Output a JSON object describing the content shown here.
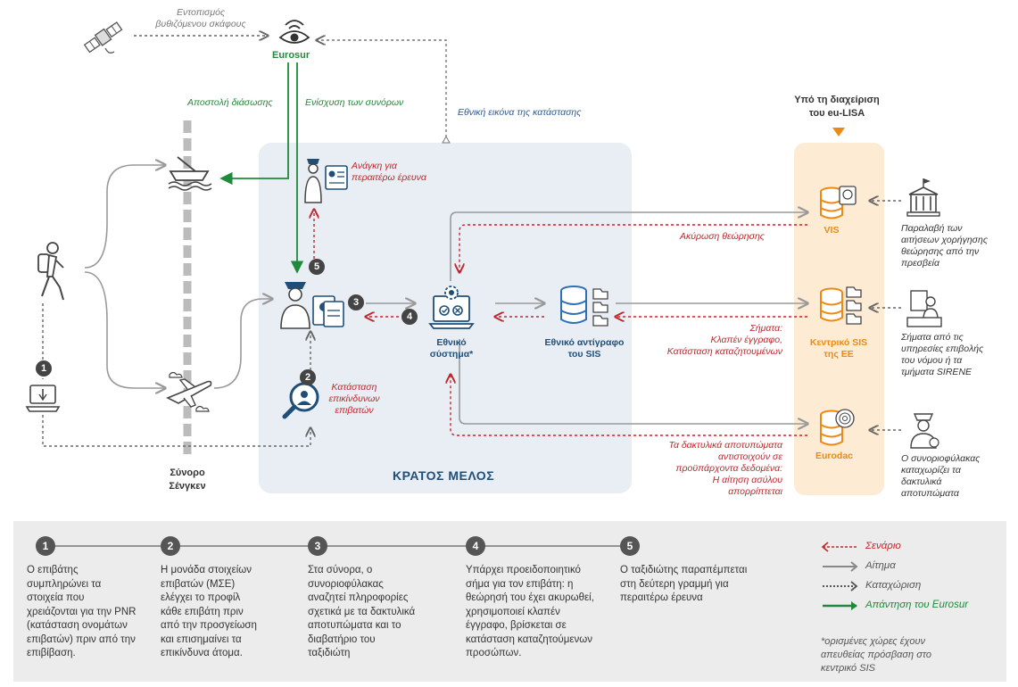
{
  "diagram": {
    "eurosur_label": "Eurosur",
    "locate_vessel": [
      "Εντοπισμός",
      "βυθιζόμενου σκάφους"
    ],
    "send_rescue": "Αποστολή διάσωσης",
    "border_reinforce": "Ενίσχυση των συνόρων",
    "national_picture": "Εθνική εικόνα της κατάστασης",
    "managed_by": [
      "Υπό τη διαχείριση",
      "του eu-LISA"
    ],
    "further_check": [
      "Ανάγκη για",
      "περαιτέρω έρευνα"
    ],
    "passenger_risk": [
      "Κατάσταση",
      "επικίνδυνων",
      "επιβατών"
    ],
    "national_system": [
      "Εθνικό",
      "σύστημα*"
    ],
    "national_copy": [
      "Εθνικό αντίγραφο",
      "του SIS"
    ],
    "member_state": "ΚΡΑΤΟΣ ΜΕΛΟΣ",
    "schengen_border": [
      "Σύνορο",
      "Σένγκεν"
    ],
    "visa_cancel": "Ακύρωση θεώρησης",
    "sis_alerts": [
      "Σήματα:",
      "Κλαπέν έγγραφο,",
      "Κατάσταση καταζητουμένων"
    ],
    "fingerprint_match": [
      "Τα δακτυλικά αποτυπώματα",
      "αντιστοιχούν σε",
      "προϋπάρχοντα δεδομένα:",
      "Η αίτηση ασύλου",
      "απορρίπτεται"
    ],
    "vis": "VIS",
    "central_sis": [
      "Κεντρικό SIS",
      "της ΕΕ"
    ],
    "eurodac": "Eurodac",
    "embassy_text": [
      "Παραλαβή των",
      "αιτήσεων χορήγησης",
      "θεώρησης από την",
      "πρεσβεία"
    ],
    "police_text": [
      "Σήματα από τις",
      "υπηρεσίες επιβολής",
      "του νόμου ή τα",
      "τμήματα SIRENE"
    ],
    "guard_text": [
      "Ο συνοριοφύλακας",
      "καταχωρίζει τα",
      "δακτυλικά",
      "αποτυπώματα"
    ],
    "step_labels": [
      "1",
      "2",
      "3",
      "4",
      "5"
    ]
  },
  "steps": [
    {
      "num": "1",
      "lines": [
        "Ο επιβάτης",
        "συμπληρώνει τα",
        "στοιχεία που",
        "χρειάζονται για την PNR",
        "(κατάσταση ονομάτων",
        "επιβατών) πριν από την",
        "επιβίβαση."
      ]
    },
    {
      "num": "2",
      "lines": [
        "Η μονάδα στοιχείων",
        "επιβατών (ΜΣΕ)",
        "ελέγχει το προφίλ",
        "κάθε επιβάτη πριν",
        "από την προσγείωση",
        "και επισημαίνει τα",
        "επικίνδυνα άτομα."
      ]
    },
    {
      "num": "3",
      "lines": [
        "Στα σύνορα, ο",
        "συνοριοφύλακας",
        "αναζητεί πληροφορίες",
        "σχετικά με τα δακτυλικά",
        "αποτυπώματα και το",
        "διαβατήριο του",
        "ταξιδιώτη"
      ]
    },
    {
      "num": "4",
      "lines": [
        "Υπάρχει προειδοποιητικό",
        "σήμα για τον επιβάτη: η",
        "θεώρησή του έχει ακυρωθεί,",
        "χρησιμοποιεί κλαπέν",
        "έγγραφο, βρίσκεται σε",
        "κατάσταση καταζητούμενων",
        "προσώπων."
      ]
    },
    {
      "num": "5",
      "lines": [
        "Ο ταξιδιώτης παραπέμπεται",
        "στη δεύτερη γραμμή για",
        "περαιτέρω έρευνα"
      ]
    }
  ],
  "legend": {
    "scenario": "Σενάριο",
    "request": "Αίτημα",
    "entry": "Καταχώριση",
    "eurosur_reply": "Απάντηση του Eurosur",
    "footnote": [
      "*ορισμένες χώρες έχουν",
      "απευθείας πρόσβαση στο",
      "κεντρικό SIS"
    ]
  },
  "colors": {
    "scenario": "#c0272d",
    "request": "#888888",
    "entry": "#555555",
    "eurosur": "#1e8a3a",
    "orange": "#ee8a14",
    "navy": "#1f4e79"
  }
}
